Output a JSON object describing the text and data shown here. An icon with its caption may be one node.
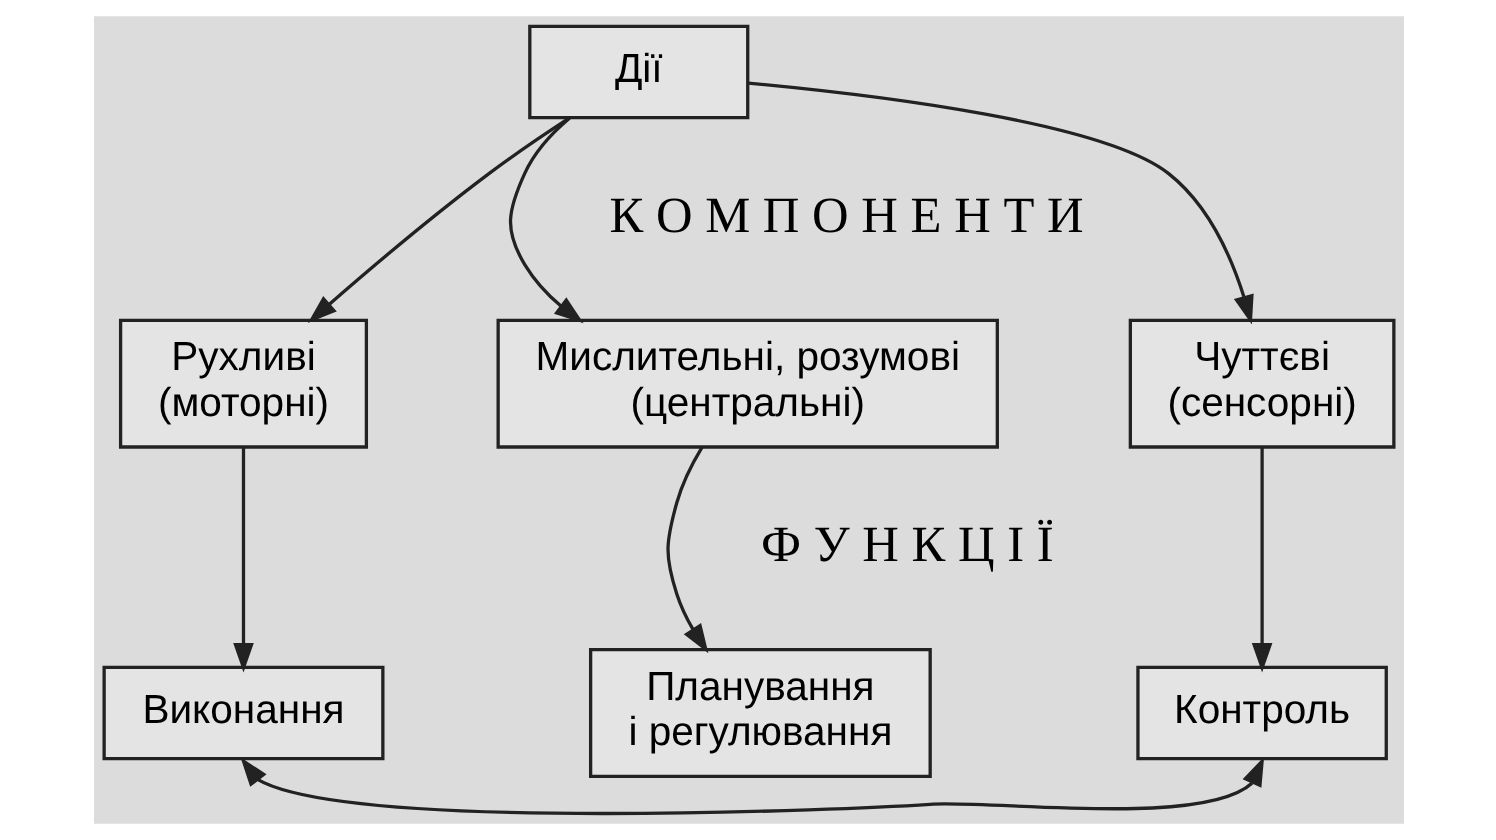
{
  "diagram": {
    "nodes": [
      {
        "text": [
          "Дії"
        ]
      },
      {
        "text": [
          "Рухливі (моторні)"
        ]
      },
      {
        "text": [
          "Мислительні, розумові (центральні)"
        ]
      },
      {
        "text": [
          "Чуттєві (сенсорні)"
        ]
      },
      {
        "text": [
          "Виконання"
        ]
      },
      {
        "text": [
          "Планування і регулювання"
        ]
      },
      {
        "text": [
          "Контроль"
        ]
      }
    ],
    "edges": [
      {
        "from": 0,
        "to": 1,
        "arrow": "to"
      },
      {
        "from": 0,
        "to": 2,
        "arrow": "to"
      },
      {
        "from": 0,
        "to": 3,
        "arrow": "to"
      },
      {
        "from": 1,
        "to": 4,
        "arrow": "to"
      },
      {
        "from": 2,
        "to": 5,
        "arrow": "to"
      },
      {
        "from": 3,
        "to": 6,
        "arrow": "to"
      },
      {
        "from": 4,
        "to": 6,
        "arrow": "both"
      }
    ],
    "labels": [
      "К О М П О Н Е Н Т И",
      "Ф У Н К Ц І Ї"
    ]
  }
}
